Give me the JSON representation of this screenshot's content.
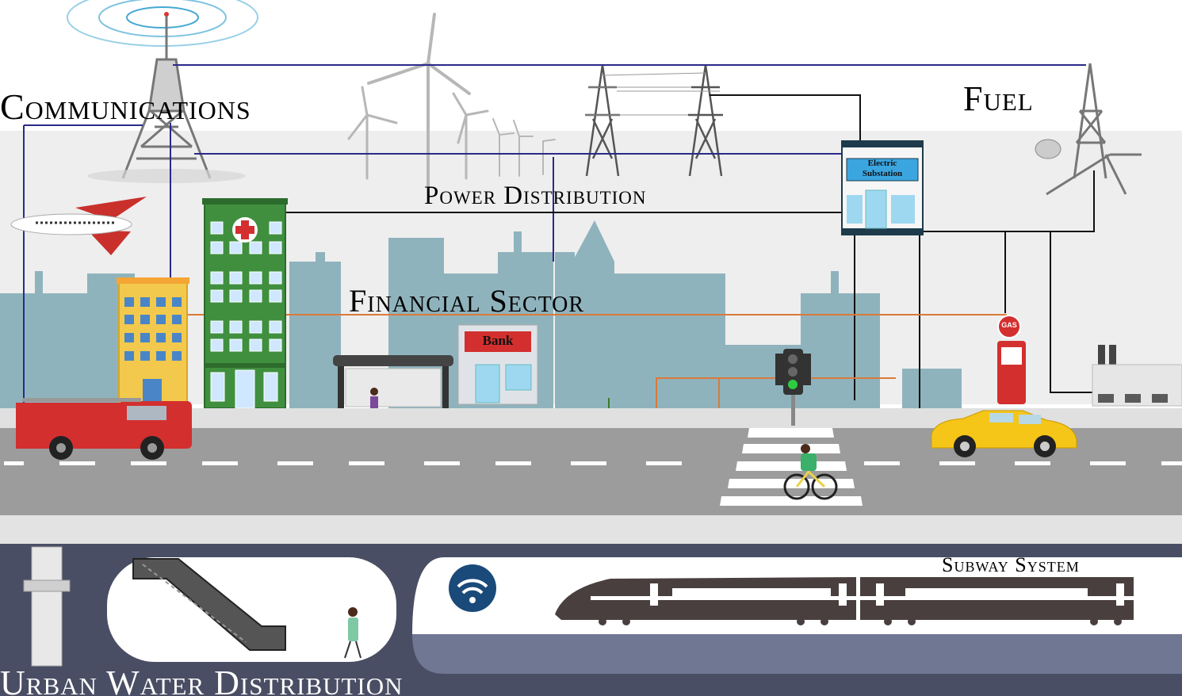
{
  "labels": {
    "communications": "Communications",
    "fuel": "Fuel",
    "power_distribution": "Power Distribution",
    "financial_sector": "Financial Sector",
    "subway_system": "Subway System",
    "urban_water_distribution": "Urban Water Distribution"
  },
  "signs": {
    "substation_line1": "Electric",
    "substation_line2": "Substation",
    "bank": "Bank",
    "gas": "GAS"
  },
  "colors": {
    "communications_line": "#2a2a8a",
    "power_line": "#111111",
    "financial_line": "#d97a3a",
    "water_line": "#3a7a2a",
    "skyline": "#8fb3bd",
    "road": "#9c9c9c",
    "underground": "#4a4e64"
  }
}
